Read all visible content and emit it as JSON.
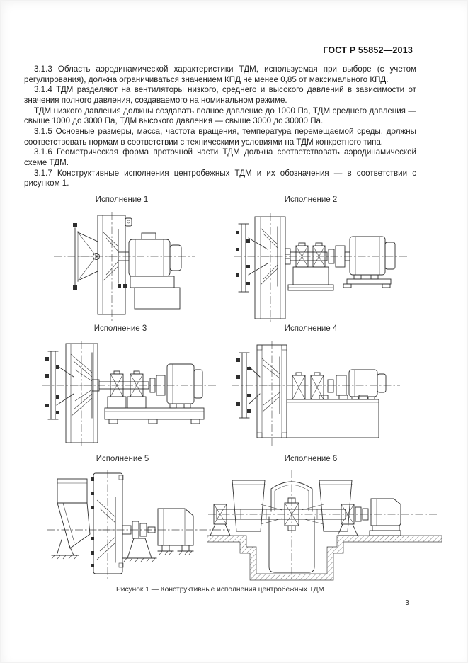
{
  "page": {
    "header": "ГОСТ Р 55852—2013",
    "page_number": "3"
  },
  "content": {
    "paragraphs": [
      "3.1.3  Область аэродинамической характеристики ТДМ, используемая при выборе (с учетом регулирования), должна ограничиваться значением КПД не менее 0,85 от максимального КПД.",
      "3.1.4  ТДМ разделяют на вентиляторы низкого, среднего и высокого давлений в зависимости от значения полного давления, создаваемого на номинальном режиме.",
      "ТДМ низкого давления должны создавать полное давление до 1000 Па, ТДМ среднего давления — свыше 1000 до 3000 Па, ТДМ высокого давления — свыше 3000 до 30000 Па.",
      "3.1.5  Основные размеры, масса, частота вращения, температура перемещаемой среды, должны соответствовать нормам в соответствии с техническими условиями на ТДМ конкретного типа.",
      "3.1.6  Геометрическая форма проточной части ТДМ должна соответствовать аэродинамической схеме ТДМ.",
      "3.1.7  Конструктивные исполнения центробежных ТДМ и их обозначения — в соответствии с рисунком 1."
    ]
  },
  "figure": {
    "caption": "Рисунок 1 — Конструктивные исполнения центробежных ТДМ",
    "variants": [
      {
        "label": "Исполнение 1"
      },
      {
        "label": "Исполнение 2"
      },
      {
        "label": "Исполнение 3"
      },
      {
        "label": "Исполнение 4"
      },
      {
        "label": "Исполнение 5"
      },
      {
        "label": "Исполнение 6"
      }
    ]
  }
}
